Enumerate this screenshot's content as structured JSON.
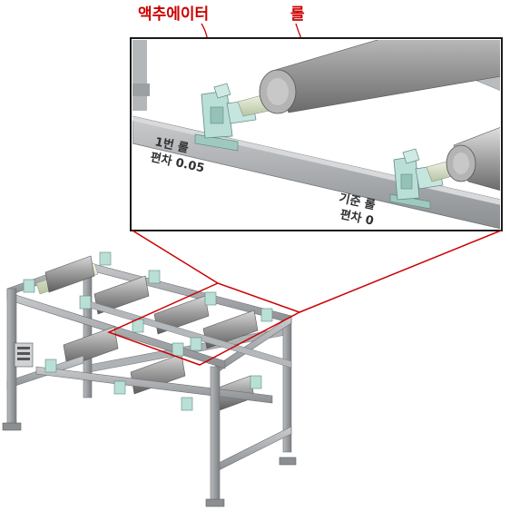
{
  "labels": {
    "actuator": "액추에이터",
    "roll": "롤"
  },
  "inset": {
    "roll_1_name": "1번 롤",
    "roll_1_deviation": "편차 0.05",
    "reference_roll_name": "기준 롤",
    "reference_roll_deviation": "편차 0"
  },
  "colors": {
    "callout": "#cc0000",
    "frame": "#a9acaf",
    "roll": "#9a9a9a",
    "bracket": "#b7dcd4"
  }
}
